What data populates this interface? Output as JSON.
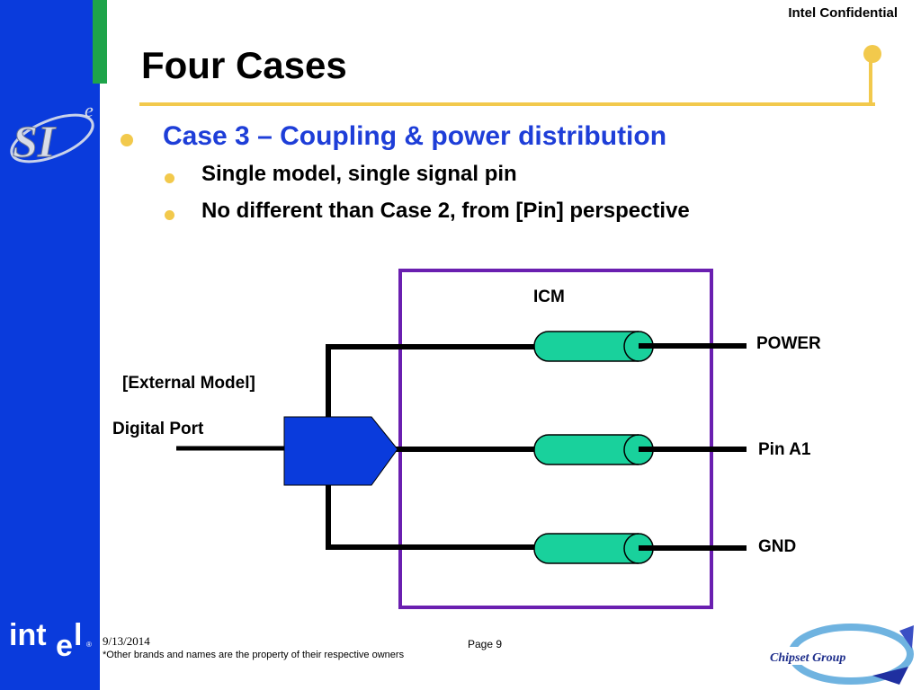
{
  "header": {
    "confidential": "Intel Confidential",
    "title": "Four Cases"
  },
  "logos": {
    "si_main": "SI",
    "si_super": "e",
    "intel": "int",
    "intel_e": "e",
    "intel_l": "l",
    "intel_reg": "®",
    "chipset": "Chipset Group"
  },
  "content": {
    "heading": "Case 3 – Coupling & power distribution",
    "bullets": [
      "Single model, single signal pin",
      "No different than Case 2, from [Pin] perspective"
    ]
  },
  "diagram": {
    "icm_label": "ICM",
    "pins": [
      "POWER",
      "Pin A1",
      "GND"
    ],
    "external_model_label": "[External Model]",
    "digital_port_label": "Digital Port"
  },
  "footer": {
    "date": "9/13/2014",
    "footnote": "*Other brands and names are the property of their respective owners",
    "page": "Page 9"
  },
  "colors": {
    "sidebar_blue": "#0a3bdc",
    "accent_green": "#1ea44a",
    "title_rule_yellow": "#f2c94c",
    "heading_blue": "#1e3ed8",
    "icm_box_purple": "#6a1fb0",
    "connector_teal": "#19d19c",
    "port_blue": "#0a3bdc"
  }
}
